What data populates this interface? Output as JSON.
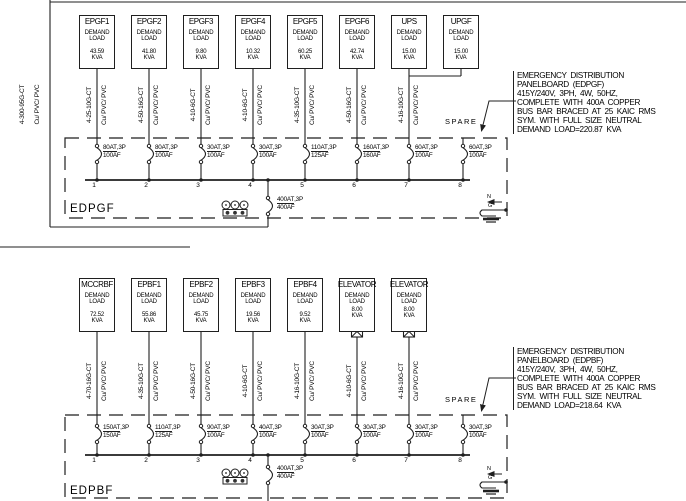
{
  "panels": {
    "p1": {
      "name": "EDPGF",
      "spare": "SPARE",
      "incoming": {
        "cable": "4-300-95G-CT",
        "material": "Cu/ PVC/ PVC"
      },
      "main_breaker": {
        "at": "400AT",
        "poles": ",3P",
        "af": "400AF"
      },
      "ng_bond": {
        "n": "N",
        "g": "G"
      },
      "circuit_numbers": [
        "1",
        "2",
        "3",
        "4",
        "5",
        "6",
        "7",
        "8"
      ],
      "loads": [
        {
          "title": "EPGF1",
          "line1": "DEMAND",
          "line2": "LOAD",
          "kva": "43.59",
          "unit": "KVA"
        },
        {
          "title": "EPGF2",
          "line1": "DEMAND",
          "line2": "LOAD",
          "kva": "41.80",
          "unit": "KVA"
        },
        {
          "title": "EPGF3",
          "line1": "DEMAND",
          "line2": "LOAD",
          "kva": "9.80",
          "unit": "KVA"
        },
        {
          "title": "EPGF4",
          "line1": "DEMAND",
          "line2": "LOAD",
          "kva": "10.32",
          "unit": "KVA"
        },
        {
          "title": "EPGF5",
          "line1": "DEMAND",
          "line2": "LOAD",
          "kva": "60.25",
          "unit": "KVA"
        },
        {
          "title": "EPGF6",
          "line1": "DEMAND",
          "line2": "LOAD",
          "kva": "42.74",
          "unit": "KVA"
        },
        {
          "title": "UPS",
          "line1": "DEMAND",
          "line2": "LOAD",
          "kva": "15.00",
          "unit": "KVA"
        },
        {
          "title": "UPGF",
          "line1": "DEMAND",
          "line2": "LOAD",
          "kva": "15.00",
          "unit": "KVA"
        }
      ],
      "feeders": [
        {
          "cable": "4-25-10G-CT",
          "material": "Cu/ PVC/ PVC"
        },
        {
          "cable": "4-50-16G-CT",
          "material": "Cu/ PVC/ PVC"
        },
        {
          "cable": "4-10-6G-CT",
          "material": "Cu/ PVC/ PVC"
        },
        {
          "cable": "4-10-6G-CT",
          "material": "Cu/ PVC/ PVC"
        },
        {
          "cable": "4-35-10G-CT",
          "material": "Cu/ PVC/ PVC"
        },
        {
          "cable": "4-50-16G-CT",
          "material": "Cu/ PVC/ PVC"
        },
        {
          "cable": "4-16-10G-CT",
          "material": "Cu/ PVC/ PVC"
        }
      ],
      "breakers": [
        {
          "at": "80AT",
          "poles": ",3P",
          "af": "100AF"
        },
        {
          "at": "80AT",
          "poles": ",3P",
          "af": "100AF"
        },
        {
          "at": "30AT",
          "poles": ",3P",
          "af": "100AF"
        },
        {
          "at": "30AT",
          "poles": ",3P",
          "af": "100AF"
        },
        {
          "at": "110AT",
          "poles": ",3P",
          "af": "125AF"
        },
        {
          "at": "160AT",
          "poles": ",3P",
          "af": "160AF"
        },
        {
          "at": "60AT",
          "poles": ",3P",
          "af": "100AF"
        },
        {
          "at": "60AT",
          "poles": ",3P",
          "af": "100AF"
        }
      ],
      "note": [
        "EMERGENCY  DISTRIBUTION",
        "PANELBOARD  (EDPGF)",
        "415Y/240V,  3PH,  4W,  50HZ,",
        "COMPLETE  WITH  400A  COPPER",
        "BUS  BAR  BRACED  AT  25  KAIC  RMS",
        "SYM.  WITH  FULL  SIZE  NEUTRAL",
        "DEMAND  LOAD=220.87  KVA"
      ]
    },
    "p2": {
      "name": "EDPBF",
      "spare": "SPARE",
      "main_breaker": {
        "at": "400AT",
        "poles": ",3P",
        "af": "400AF"
      },
      "ng_bond": {
        "n": "N",
        "g": "G"
      },
      "circuit_numbers": [
        "1",
        "2",
        "3",
        "4",
        "5",
        "6",
        "7",
        "8"
      ],
      "loads": [
        {
          "title": "MCCRBF",
          "line1": "DEMAND",
          "line2": "LOAD",
          "kva": "72.52",
          "unit": "KVA"
        },
        {
          "title": "EPBF1",
          "line1": "DEMAND",
          "line2": "LOAD",
          "kva": "55.86",
          "unit": "KVA"
        },
        {
          "title": "EPBF2",
          "line1": "DEMAND",
          "line2": "LOAD",
          "kva": "45.75",
          "unit": "KVA"
        },
        {
          "title": "EPBF3",
          "line1": "DEMAND",
          "line2": "LOAD",
          "kva": "19.56",
          "unit": "KVA"
        },
        {
          "title": "EPBF4",
          "line1": "DEMAND",
          "line2": "LOAD",
          "kva": "9.52",
          "unit": "KVA"
        },
        {
          "title": "ELEVATOR",
          "line1": "DEMAND",
          "line2": "LOAD",
          "kva": "8.00",
          "unit": "KVA"
        },
        {
          "title": "ELEVATOR",
          "line1": "DEMAND",
          "line2": "LOAD",
          "kva": "8.00",
          "unit": "KVA"
        }
      ],
      "feeders": [
        {
          "cable": "4-70-16G-CT",
          "material": "Cu/ PVC/ PVC"
        },
        {
          "cable": "4-35-10G-CT",
          "material": "Cu/ PVC/ PVC"
        },
        {
          "cable": "4-50-16G-CT",
          "material": "Cu/ PVC/ PVC"
        },
        {
          "cable": "4-10-6G-CT",
          "material": "Cu/ PVC/ PVC"
        },
        {
          "cable": "4-16-10G-CT",
          "material": "Cu/ PVC/ PVC"
        },
        {
          "cable": "4-10-6G-CT",
          "material": "Cu/ PVC/ PVC"
        },
        {
          "cable": "4-16-10G-CT",
          "material": "Cu/ PVC/ PVC"
        }
      ],
      "breakers": [
        {
          "at": "150AT",
          "poles": ",3P",
          "af": "150AF"
        },
        {
          "at": "110AT",
          "poles": ",3P",
          "af": "125AF"
        },
        {
          "at": "90AT",
          "poles": ",3P",
          "af": "100AF"
        },
        {
          "at": "40AT",
          "poles": ",3P",
          "af": "100AF"
        },
        {
          "at": "30AT",
          "poles": ",3P",
          "af": "100AF"
        },
        {
          "at": "30AT",
          "poles": ",3P",
          "af": "100AF"
        },
        {
          "at": "30AT",
          "poles": ",3P",
          "af": "100AF"
        },
        {
          "at": "30AT",
          "poles": ",3P",
          "af": "100AF"
        }
      ],
      "note": [
        "EMERGENCY  DISTRIBUTION",
        "PANELBOARD  (EDPBF)",
        "415Y/240V,  3PH,  4W,  50HZ,",
        "COMPLETE  WITH  400A  COPPER",
        "BUS  BAR  BRACED  AT  25  KAIC  RMS",
        "SYM.  WITH  FULL  SIZE  NEUTRAL",
        "DEMAND  LOAD=218.64  KVA"
      ]
    }
  }
}
